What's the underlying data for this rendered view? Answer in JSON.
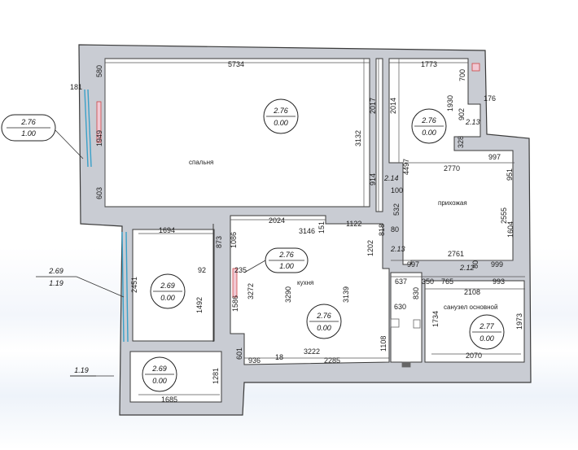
{
  "rooms": {
    "bedroom": {
      "label": "спальня",
      "height": "2.76",
      "coef": "0.00"
    },
    "hall": {
      "label": "прихожая",
      "height": "2.76",
      "coef": "0.00"
    },
    "kitchen": {
      "label": "кухня",
      "height": "2.76",
      "coef": "0.00"
    },
    "loggia": {
      "height": "2.69",
      "coef": "0.00"
    },
    "balcony": {
      "height": "2.69",
      "coef": "0.00"
    },
    "bathroom": {
      "label": "санузел основной",
      "height": "2.77",
      "coef": "0.00"
    },
    "kitchen_niche": {
      "height": "2.76",
      "coef": "1.00"
    }
  },
  "callouts": {
    "left_top": {
      "height": "2.76",
      "coef": "1.00"
    },
    "left_mid": {
      "height": "2.69",
      "coef": "1.19"
    },
    "left_bottom": {
      "coef": "1.19"
    }
  },
  "dimensions": {
    "d5734": "5734",
    "d580": "580",
    "d181": "181",
    "d1949": "1949",
    "d603": "603",
    "d3132": "3132",
    "d2017": "2017",
    "d914": "914",
    "d2014": "2014",
    "d4497": "4497",
    "d1773": "1773",
    "d700": "700",
    "d1930": "1930",
    "d902": "902",
    "d176": "176",
    "d328": "328",
    "d997a": "997",
    "d951": "951",
    "d2770": "2770",
    "d100": "100",
    "d532": "532",
    "d80a": "80",
    "d818": "818",
    "d1202": "1202",
    "d2555": "2555",
    "d1604": "1604",
    "d2761": "2761",
    "d997b": "997",
    "d80b": "80",
    "d999": "999",
    "d637": "637",
    "d350": "350",
    "d765": "765",
    "d993": "993",
    "d830": "830",
    "d2108": "2108",
    "d630": "630",
    "d1734": "1734",
    "d1973": "1973",
    "d2070": "2070",
    "d1108": "1108",
    "d2024": "2024",
    "d1122": "1122",
    "d3146": "3146",
    "d151": "151",
    "d1086": "1086",
    "d1694": "1694",
    "d873": "873",
    "d92": "92",
    "d235": "235",
    "d3272": "3272",
    "d3290": "3290",
    "d3139": "3139",
    "d1586": "1586",
    "d1492": "1492",
    "d2451": "2451",
    "d601": "601",
    "d936": "936",
    "d18": "18",
    "d3222": "3222",
    "d2285": "2285",
    "d1281": "1281",
    "d1685": "1685",
    "h213a": "2.13",
    "h214": "2.14",
    "h213b": "2.13",
    "h212": "2.12"
  }
}
